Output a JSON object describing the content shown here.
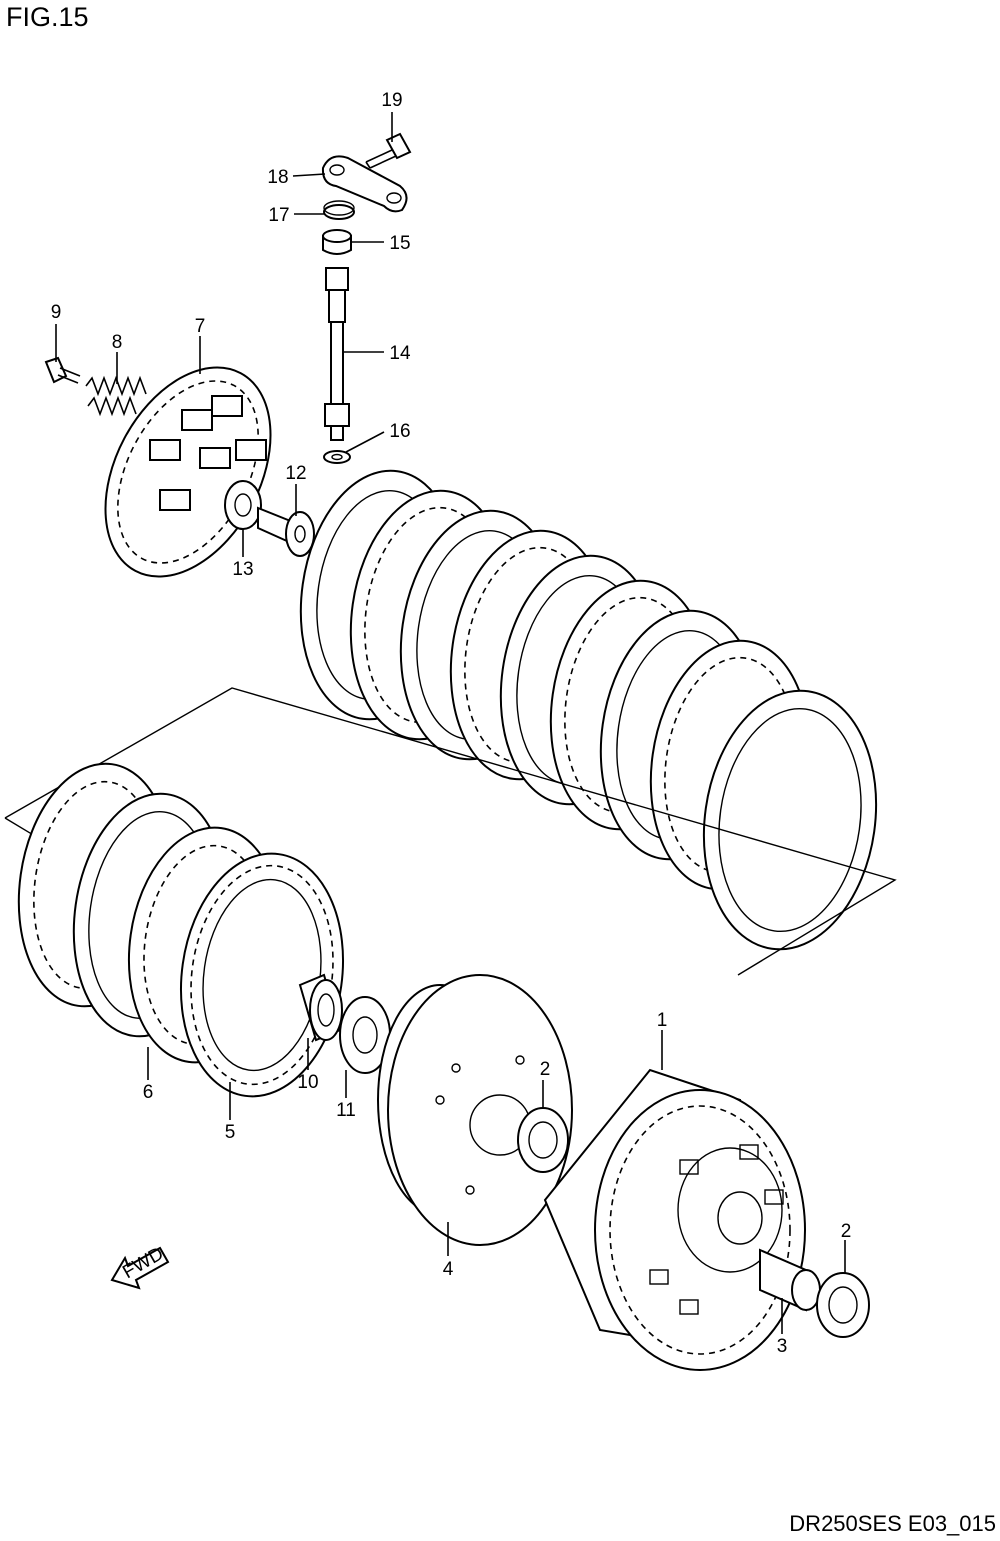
{
  "header": {
    "figure": "FIG.15"
  },
  "footer": {
    "drawing_code": "DR250SES E03_015"
  },
  "fwd": {
    "text": "FWD"
  },
  "callouts": {
    "p1": "1",
    "p2a": "2",
    "p2b": "2",
    "p3": "3",
    "p4": "4",
    "p5": "5",
    "p6": "6",
    "p7": "7",
    "p8": "8",
    "p9": "9",
    "p10": "10",
    "p11": "11",
    "p12": "12",
    "p13": "13",
    "p14": "14",
    "p15": "15",
    "p16": "16",
    "p17": "17",
    "p18": "18",
    "p19": "19"
  }
}
